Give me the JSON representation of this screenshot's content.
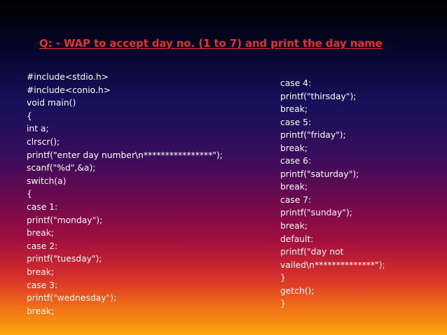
{
  "slide": {
    "title": "Q: - WAP to accept day no. (1 to 7) and print the day name",
    "code_left": [
      "#include<stdio.h>",
      "#include<conio.h>",
      "void main()",
      "{",
      "int a;",
      "clrscr();",
      "printf(\"enter day number\\n****************\");",
      "scanf(\"%d\",&a);",
      "switch(a)",
      "{",
      "case 1:",
      "printf(\"monday\");",
      "break;",
      "case 2:",
      "printf(\"tuesday\");",
      "break;",
      "case 3:",
      "printf(\"wednesday\");",
      "break;"
    ],
    "code_right": [
      "case 4:",
      "printf(\"thirsday\");",
      "break;",
      "case 5:",
      "printf(\"friday\");",
      "break;",
      "case 6:",
      "printf(\"saturday\");",
      "break;",
      "case 7:",
      "printf(\"sunday\");",
      "break;",
      "default:",
      "printf(\"day not",
      "vailed\\n**************\");",
      "}",
      "getch();",
      "}"
    ]
  }
}
